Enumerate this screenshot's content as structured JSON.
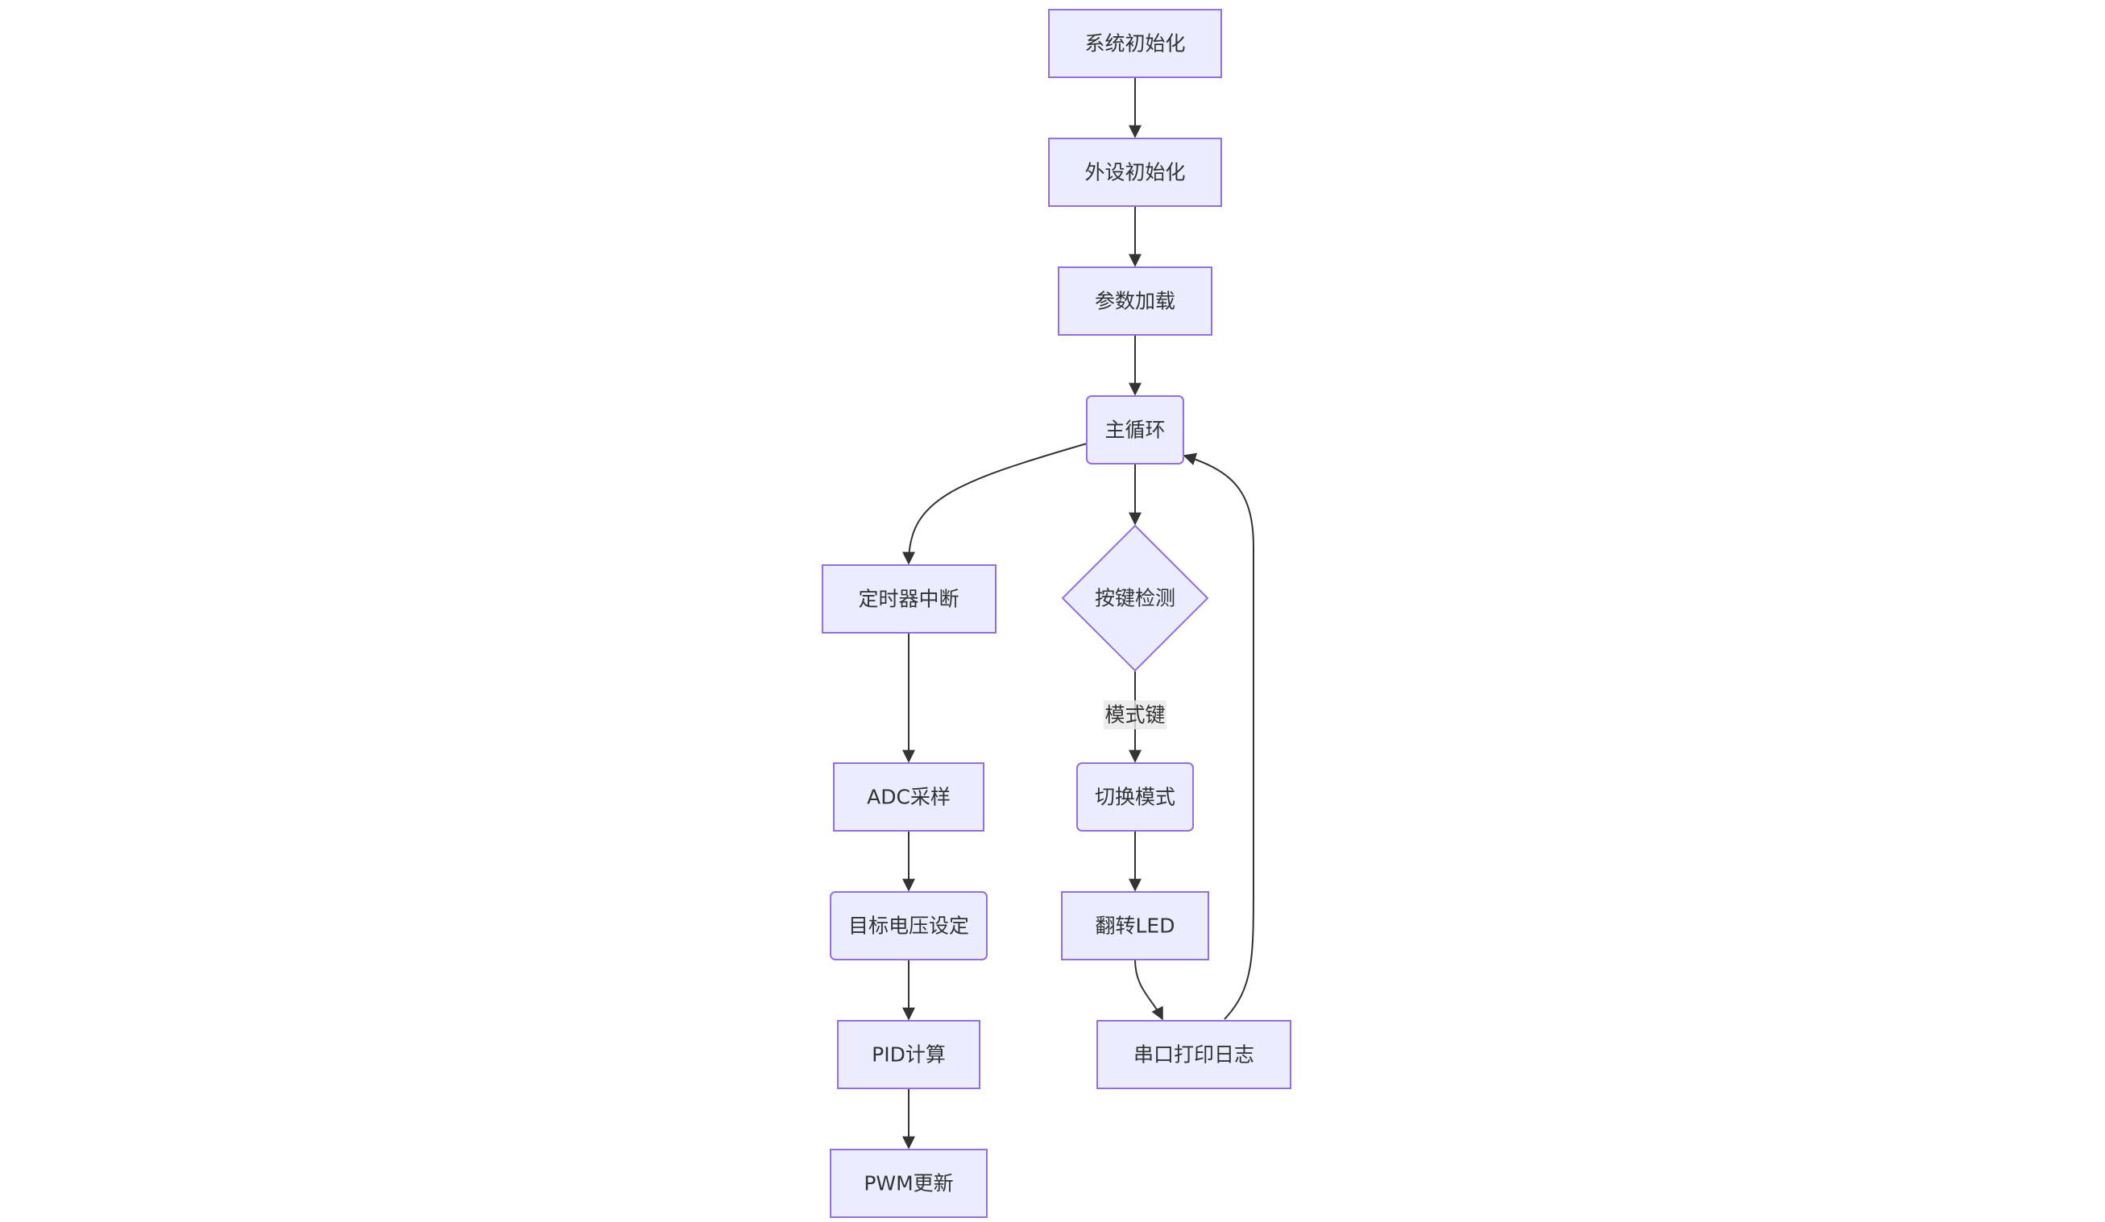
{
  "diagram": {
    "nodes": {
      "init_system": "系统初始化",
      "init_peripheral": "外设初始化",
      "load_params": "参数加载",
      "main_loop": "主循环",
      "timer_interrupt": "定时器中断",
      "key_detect": "按键检测",
      "adc_sampling": "ADC采样",
      "switch_mode": "切换模式",
      "target_voltage": "目标电压设定",
      "toggle_led": "翻转LED",
      "pid_calc": "PID计算",
      "uart_log": "串口打印日志",
      "pwm_update": "PWM更新"
    },
    "edge_labels": {
      "mode_key": "模式键"
    },
    "colors": {
      "node_fill": "#ECECFF",
      "node_stroke": "#9370DB",
      "edge": "#333333",
      "text": "#333333"
    }
  }
}
